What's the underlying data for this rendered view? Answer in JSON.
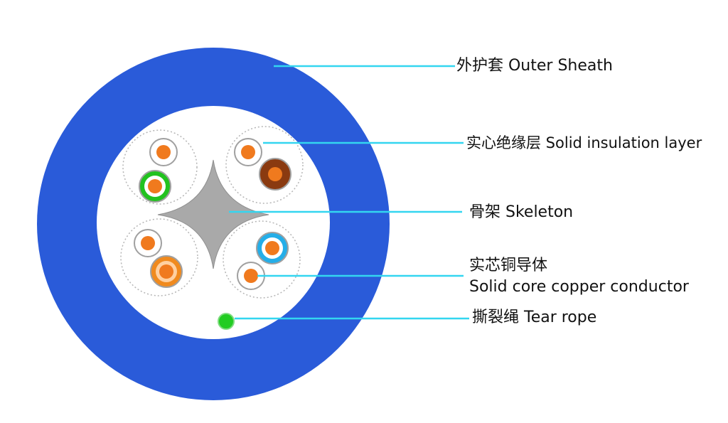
{
  "labels": {
    "outer_sheath": "外护套 Outer Sheath",
    "solid_insulation": "实心绝缘层 Solid insulation layer",
    "skeleton": "骨架 Skeleton",
    "conductor_line1": "实芯铜导体",
    "conductor_line2": "Solid core copper conductor",
    "tear_rope": "撕裂绳 Tear rope"
  },
  "colors": {
    "sheath": "#2a5bd9",
    "sheath_edge": "#3b66cf",
    "core_background": "#ffffff",
    "skeleton": "#a9a9a9",
    "leader_line": "#33d6f0",
    "copper": "#f07a1e",
    "insulation_white": "#ffffff",
    "insulation_green": "#22c21f",
    "insulation_brown": "#8a3a10",
    "insulation_blue": "#25aee8",
    "insulation_orange": "#f08a1e",
    "tear_rope": "#22cc22",
    "dashed_circle": "#b5b5b5"
  }
}
